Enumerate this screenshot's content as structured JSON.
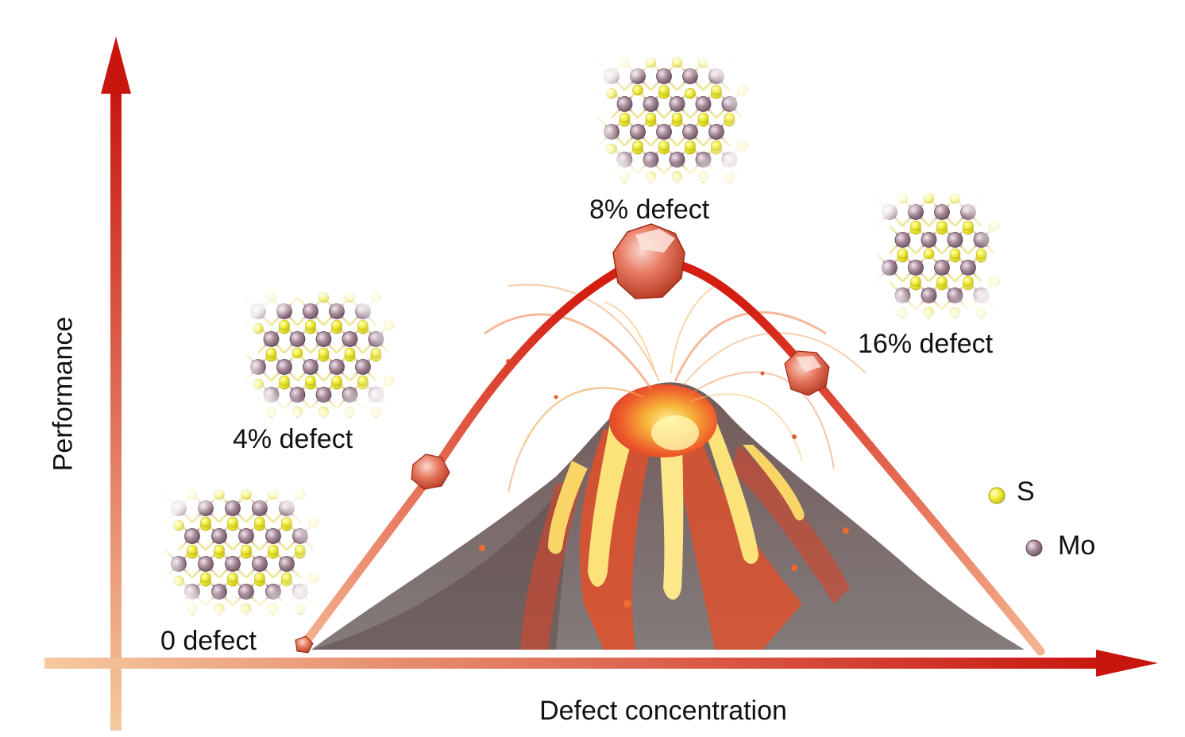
{
  "axes": {
    "x_label": "Defect concentration",
    "y_label": "Performance"
  },
  "states": [
    {
      "id": "d0",
      "label": "0 defect"
    },
    {
      "id": "d4",
      "label": "4% defect"
    },
    {
      "id": "d8",
      "label": "8% defect"
    },
    {
      "id": "d16",
      "label": "16% defect"
    }
  ],
  "legend": [
    {
      "symbol": "S",
      "color": "#f2ee3a"
    },
    {
      "symbol": "Mo",
      "color": "#a88a98"
    }
  ],
  "colors": {
    "axis_dark": "#c8160f",
    "axis_light": "#f6c9a0",
    "curve": "#d41e12",
    "lava": "#f39a2a",
    "mountain": "#6f5a5a"
  }
}
